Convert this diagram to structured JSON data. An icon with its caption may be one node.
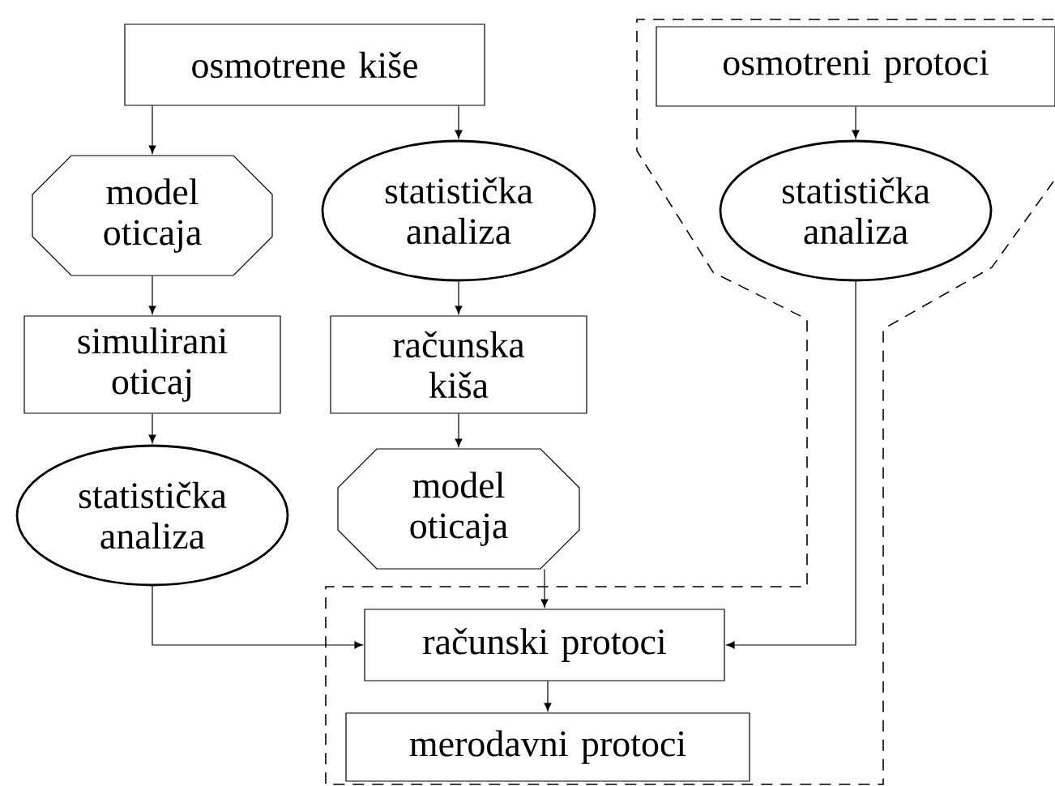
{
  "diagram": {
    "nodes": [
      {
        "text": [
          "osmotrene kiše"
        ]
      },
      {
        "text": [
          "model oticaja"
        ]
      },
      {
        "text": [
          "statistička analiza"
        ]
      },
      {
        "text": [
          "simulirani oticaj"
        ]
      },
      {
        "text": [
          "računska kiša"
        ]
      },
      {
        "text": [
          "statistička analiza"
        ]
      },
      {
        "text": [
          "model oticaja"
        ]
      },
      {
        "text": [
          "računski protoci"
        ]
      },
      {
        "text": [
          "merodavni protoci"
        ]
      },
      {
        "text": [
          "osmotreni protoci"
        ]
      },
      {
        "text": [
          "statistička analiza"
        ]
      }
    ],
    "edges": [
      {
        "from": 0,
        "to": 1,
        "arrow": "to"
      },
      {
        "from": 0,
        "to": 2,
        "arrow": "to"
      },
      {
        "from": 1,
        "to": 3,
        "arrow": "to"
      },
      {
        "from": 2,
        "to": 4,
        "arrow": "to"
      },
      {
        "from": 3,
        "to": 5,
        "arrow": "to"
      },
      {
        "from": 4,
        "to": 6,
        "arrow": "to"
      },
      {
        "from": 6,
        "to": 7,
        "arrow": "to"
      },
      {
        "from": 5,
        "to": 7,
        "arrow": "to"
      },
      {
        "from": 10,
        "to": 7,
        "arrow": "to"
      },
      {
        "from": 7,
        "to": 8,
        "arrow": "to"
      },
      {
        "from": 9,
        "to": 10,
        "arrow": "to"
      }
    ]
  }
}
